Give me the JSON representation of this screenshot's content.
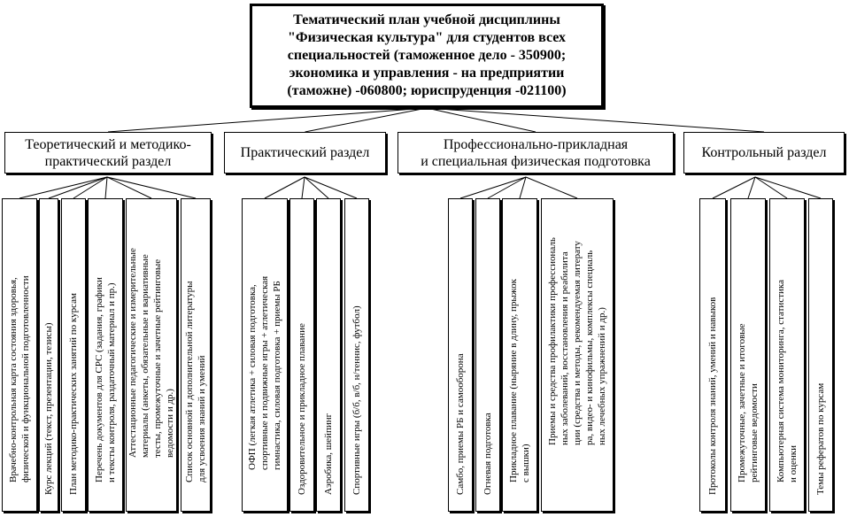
{
  "title": {
    "lines": "Тематический план учебной дисциплины\n\"Физическая культура\" для студентов всех\nспециальностей (таможенное дело - 350900;\nэкономика и управления - на предприятии\n(таможне) -060800; юриспруденция -021100)"
  },
  "sections": [
    {
      "label": "Теоретический и методико-\nпрактический раздел",
      "items": [
        "Врачебно-контрольная карта состояния здоровья,\nфизической и функциональной подготовленности",
        "Курс лекций (текст, презентации, тезисы)",
        "План методико-практических занятий по курсам",
        "Перечень документов для СРС (задания, графики\nи тексты контроля, раздаточный материал и пр.)",
        "Аттестационные педагогические и измерительные\nматериалы (анкеты, обязательные и вариативные\nтесты, промежуточные и зачетные рейтинговые\nведомости и др.)",
        "Список основной и дополнительной литературы\nдля усвоения знаний и умений"
      ]
    },
    {
      "label": "Практический раздел",
      "items": [
        "ОФП (легкая атлетика + силовая подготовка,\nспортивные и подвижные игры + атлетическая\nгимнастика, силовая подготовка + приемы РБ",
        "Оздоровительное и прикладное плавание",
        "Аэробика, шейпинг",
        "Спортивные игры (б/б, в/б, н/теннис, футбол)"
      ]
    },
    {
      "label": "Профессионально-прикладная\nи специальная физическая подготовка",
      "items": [
        "Самбо, приемы РБ и самооборона",
        "Огневая подготовка",
        "Прикладное плавание (ныряние в длину, прыжок\nс вышки)",
        "Приемы и средства профилактики профессиональ\nных заболеваний, восстановления и реабилита\nции (средства и методы, рекомендуемая литерату\nра, видео- и кинофильмы, комплексы специаль\nных лечебных упражнений и др.)"
      ]
    },
    {
      "label": "Контрольный раздел",
      "items": [
        "Протоколы контроля знаний, умений и навыков",
        "Промежуточные, зачетные и итоговые\nрейтинговые ведомости",
        "Компьютерная система мониторинга, статистика\nи оценки",
        "Темы рефератов по курсам"
      ]
    }
  ]
}
